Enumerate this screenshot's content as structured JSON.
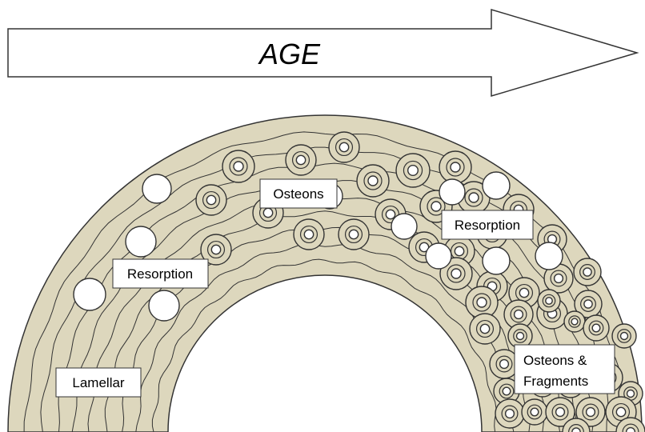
{
  "arrow": {
    "label": "AGE"
  },
  "labels": {
    "lamellar": "Lamellar",
    "resorption_left": "Resorption",
    "osteons": "Osteons",
    "resorption_right": "Resorption",
    "osteons_fragments_line1": "Osteons &",
    "osteons_fragments_line2": "Fragments"
  },
  "colors": {
    "bone": "#ddd7bd",
    "outline": "#333333",
    "label_box": "#ffffff"
  }
}
